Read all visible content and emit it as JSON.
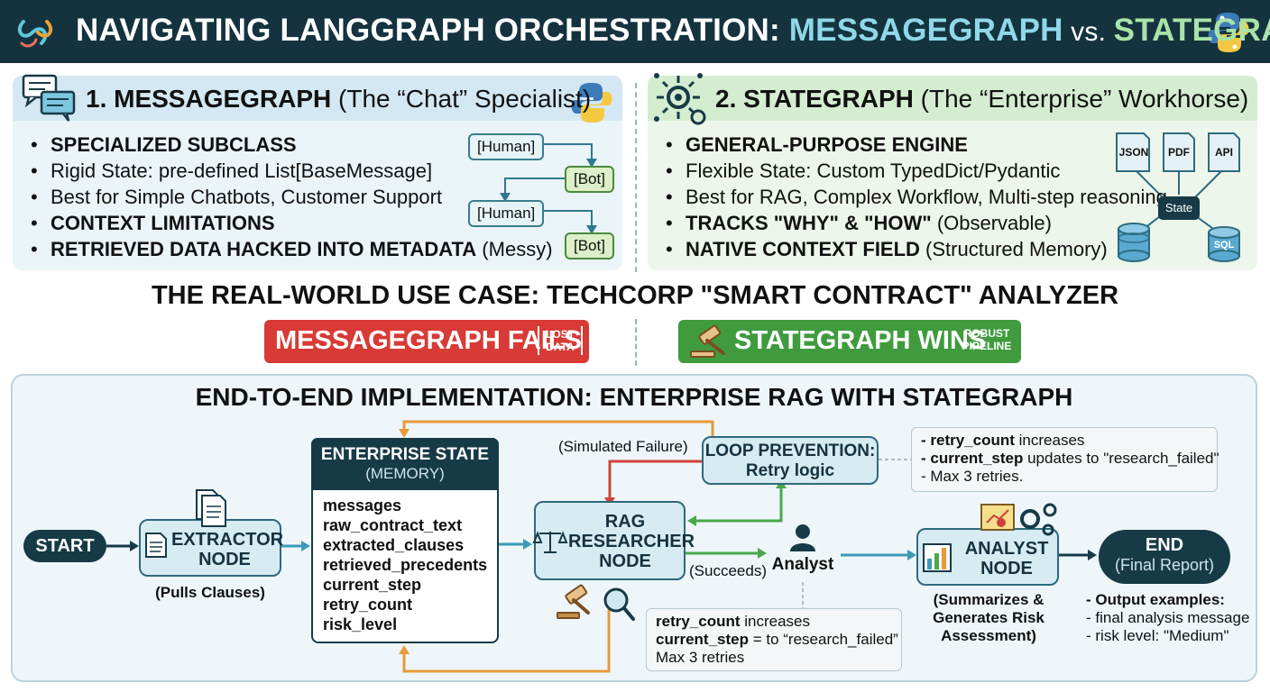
{
  "header": {
    "title_prefix": "NAVIGATING LANGGRAPH ORCHESTRATION: ",
    "title_mg": "MESSAGEGRAPH",
    "title_vs": " vs. ",
    "title_sg": "STATEGRAPH",
    "icons": [
      "langgraph-logo-icon",
      "python-logo-icon"
    ]
  },
  "left_panel": {
    "title_bold": "1. MESSAGEGRAPH",
    "title_rest": " (The “Chat” Specialist)",
    "bullets": [
      {
        "bold": "SPECIALIZED SUBCLASS",
        "text": ""
      },
      {
        "bold": "",
        "text": "Rigid State: pre-defined List[BaseMessage]"
      },
      {
        "bold": "",
        "text": "Best for Simple Chatbots, Customer Support"
      },
      {
        "bold": "CONTEXT LIMITATIONS",
        "text": ""
      },
      {
        "bold": "RETRIEVED DATA HACKED INTO METADATA",
        "text": " (Messy)"
      }
    ],
    "chat_flow": [
      "[Human]",
      "[Bot]",
      "[Human]",
      "[Bot]"
    ],
    "icons": [
      "chat-bubbles-icon",
      "python-logo-icon"
    ]
  },
  "right_panel": {
    "title_bold": "2. STATEGRAPH",
    "title_rest": " (The “Enterprise” Workhorse)",
    "bullets": [
      {
        "bold": "GENERAL-PURPOSE ENGINE",
        "text": ""
      },
      {
        "bold": "",
        "text": "Flexible State: Custom TypedDict/Pydantic"
      },
      {
        "bold": "",
        "text": "Best for RAG, Complex Workflow, Multi-step reasoning"
      },
      {
        "bold": "TRACKS \"WHY\" & \"HOW\"",
        "text": " (Observable)"
      },
      {
        "bold": "NATIVE CONTEXT FIELD",
        "text": " (Structured Memory)"
      }
    ],
    "sources": [
      "JSON",
      "PDF",
      "API",
      "SQL"
    ],
    "state_label": "State",
    "icons": [
      "gears-network-icon",
      "database-icon"
    ]
  },
  "use_case": {
    "title": "THE REAL-WORLD USE CASE: TECHCORP \"SMART CONTRACT\" ANALYZER",
    "fail_label": "MESSAGEGRAPH FAILS",
    "fail_tag": [
      "LOST",
      "DATA"
    ],
    "win_label": "STATEGRAPH WINS",
    "win_tag": [
      "ROBUST",
      "PIPELINE"
    ],
    "colors": {
      "fail": "#d83a35",
      "win": "#3f9b3d"
    }
  },
  "implementation": {
    "title": "END-TO-END IMPLEMENTATION: ENTERPRISE RAG WITH STATEGRAPH",
    "start": "START",
    "extractor": {
      "line1": "EXTRACTOR",
      "line2": "NODE",
      "caption": "(Pulls Clauses)"
    },
    "state": {
      "title": "ENTERPRISE STATE",
      "subtitle": "(MEMORY)",
      "fields": [
        "messages",
        "raw_contract_text",
        "extracted_clauses",
        "retrieved_precedents",
        "current_step",
        "retry_count",
        "risk_level"
      ]
    },
    "rag": {
      "line1": "RAG",
      "line2": "RESEARCHER",
      "line3": "NODE"
    },
    "loop": {
      "line1": "LOOP PREVENTION:",
      "line2": "Retry logic"
    },
    "simulated_failure": "(Simulated Failure)",
    "succeeds": "(Succeeds)",
    "analyst_label": "Analyst",
    "analyst_node": {
      "line1": "ANALYST",
      "line2": "NODE",
      "caption": [
        "(Summarizes &",
        "Generates Risk",
        "Assessment)"
      ]
    },
    "end": {
      "line1": "END",
      "line2": "(Final Report)"
    },
    "output": {
      "title": "- Output examples:",
      "items": [
        "- final analysis message",
        "- risk level: \"Medium\""
      ]
    },
    "note_top": {
      "l1_bold": "- retry_count",
      "l1": " increases",
      "l2_bold": "- current_step",
      "l2": " updates to \"research_failed\"",
      "l3": "- Max 3 retries."
    },
    "note_bottom": {
      "l1_bold": "retry_count",
      "l1": " increases",
      "l2_bold": "current_step",
      "l2": " = to “research_failed”",
      "l3": "Max 3 retries"
    },
    "icons": [
      "document-icon",
      "scales-icon",
      "gavel-icon",
      "magnifier-icon",
      "person-icon",
      "bar-chart-icon",
      "gears-icon"
    ]
  }
}
